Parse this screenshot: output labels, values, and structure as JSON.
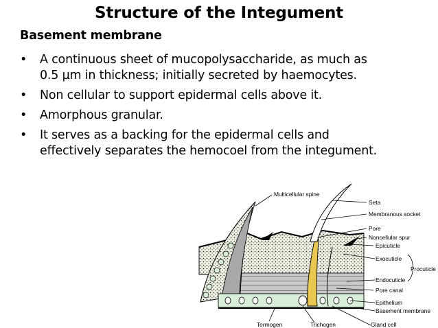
{
  "title": "Structure of the Integument",
  "subtitle": "Basement membrane",
  "bullets": [
    {
      "line1": "A continuous sheet of mucopolysaccharide, as much as",
      "line2": "0.5 µm in thickness; initially secreted by haemocytes."
    },
    {
      "line1": "Non cellular to support epidermal cells above it.",
      "line2": ""
    },
    {
      "line1": "Amorphous granular.",
      "line2": ""
    },
    {
      "line1": "It serves as a backing for the epidermal cells and",
      "line2": "effectively separates the hemocoel from the integument."
    }
  ],
  "bullet_glyph": "•",
  "figure": {
    "labels": {
      "multicellular_spine": "Multicellular spine",
      "seta": "Seta",
      "membranous_socket": "Membranous socket",
      "pore": "Pore",
      "noncellular_spur": "Noncellular spur",
      "epicuticle": "Epicuticle",
      "exocuticle": "Exocuticle",
      "procuticle": "Procuticle",
      "endocuticle": "Endocuticle",
      "pore_canal": "Pore canal",
      "epithelium": "Epithelium",
      "basement_membrane": "Basement membrane",
      "tormogen": "Tormogen",
      "trichogen": "Trichogen",
      "gland_cell": "Gland cell"
    },
    "colors": {
      "exocuticle": "#eef0e4",
      "endocuticle": "#c8c8c8",
      "epithelium": "#d8eed8",
      "spine": "#a8a8a8",
      "trichogen": "#e8c850"
    }
  }
}
